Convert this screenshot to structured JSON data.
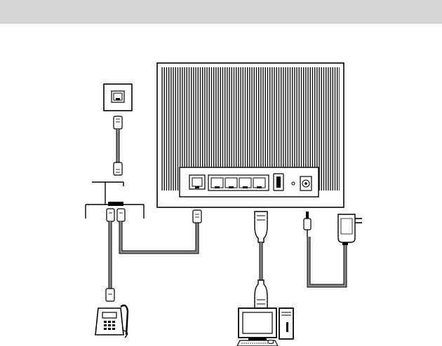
{
  "header": {
    "title": ""
  },
  "colors": {
    "header_bar": "#d4d4d4",
    "line": "#000000",
    "cable_gray": "#8a8a8a",
    "background": "#ffffff"
  },
  "diagram": {
    "components": [
      {
        "name": "wall-phone-jack",
        "icon": "phone-jack-icon"
      },
      {
        "name": "adsl-splitter",
        "icon": "splitter-icon"
      },
      {
        "name": "router",
        "icon": "router-icon",
        "ports": [
          "phone-line-port",
          "lan-port-1",
          "lan-port-2",
          "lan-port-3",
          "lan-port-4",
          "usb-port",
          "reset-button",
          "power-port"
        ]
      },
      {
        "name": "telephone",
        "icon": "telephone-icon"
      },
      {
        "name": "computer",
        "icon": "computer-icon"
      },
      {
        "name": "power-adapter",
        "icon": "power-adapter-icon"
      }
    ]
  }
}
